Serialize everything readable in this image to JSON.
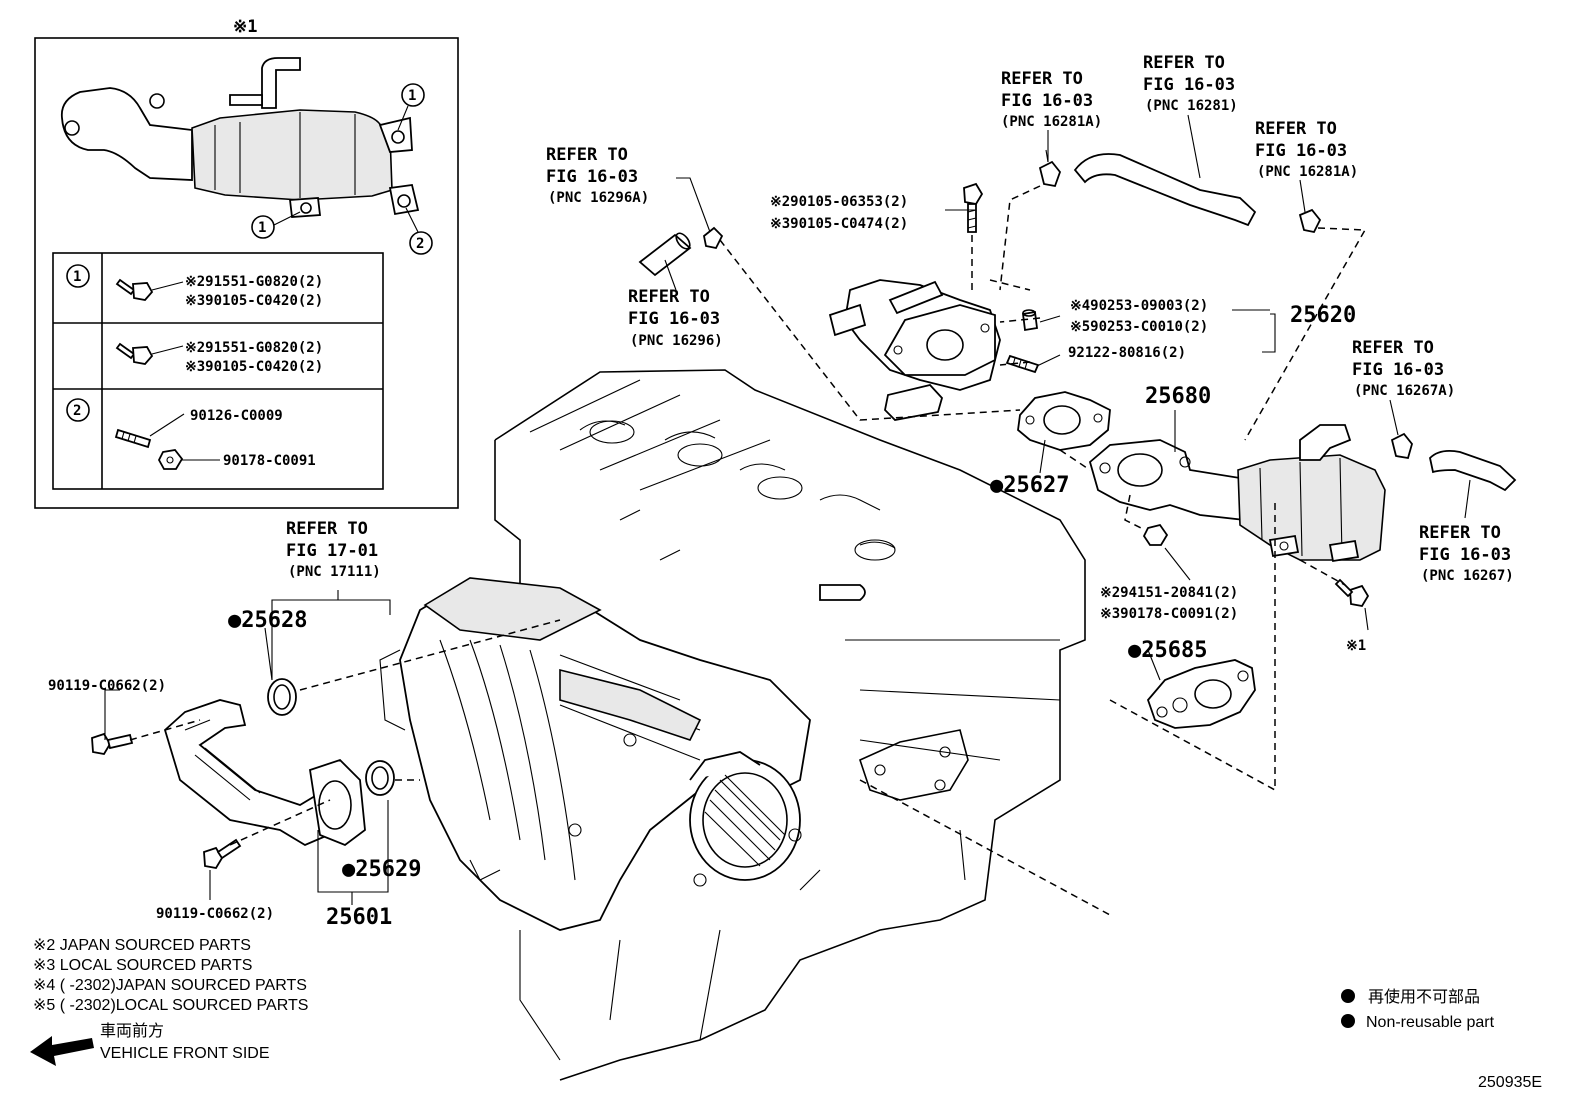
{
  "inset": {
    "marker": "※1",
    "callout_1": "1",
    "callout_2": "2",
    "rows": [
      {
        "num": "1",
        "lines": [
          "※291551-G0820(2)",
          "※390105-C0420(2)"
        ]
      },
      {
        "num": "2",
        "lines": [
          "※291551-G0820(2)",
          "※390105-C0420(2)",
          "90126-C0009",
          "90178-C0091"
        ]
      }
    ]
  },
  "refs": {
    "r16296a": [
      "REFER TO",
      "FIG 16-03",
      "(PNC 16296A)"
    ],
    "r16296": [
      "REFER TO",
      "FIG 16-03",
      "(PNC 16296)"
    ],
    "r16281a_1": [
      "REFER TO",
      "FIG 16-03",
      "(PNC 16281A)"
    ],
    "r16281": [
      "REFER TO",
      "FIG 16-03",
      "(PNC 16281)"
    ],
    "r16281a_2": [
      "REFER TO",
      "FIG 16-03",
      "(PNC 16281A)"
    ],
    "r16267a": [
      "REFER TO",
      "FIG 16-03",
      "(PNC 16267A)"
    ],
    "r16267": [
      "REFER TO",
      "FIG 16-03",
      "(PNC 16267)"
    ],
    "r17111": [
      "REFER TO",
      "FIG 17-01",
      "(PNC 17111)"
    ]
  },
  "parts": {
    "bolt_top": [
      "※290105-06353(2)",
      "※390105-C0474(2)"
    ],
    "valve_group": [
      "※490253-09003(2)",
      "※590253-C0010(2)",
      "92122-80816(2)"
    ],
    "p25620": "25620",
    "p25680": "25680",
    "p25627": "●25627",
    "p25628": "●25628",
    "p25629": "●25629",
    "p25601": "25601",
    "p25685": "●25685",
    "nut_group": [
      "※294151-20841(2)",
      "※390178-C0091(2)"
    ],
    "star1": "※1",
    "bolt_left_top": "90119-C0662(2)",
    "bolt_left_bottom": "90119-C0662(2)"
  },
  "notes": [
    "※2  JAPAN SOURCED PARTS",
    "※3  LOCAL SOURCED PARTS",
    "※4 (       -2302)JAPAN SOURCED PARTS",
    "※5 (       -2302)LOCAL SOURCED PARTS"
  ],
  "direction": {
    "jp": "車両前方",
    "en": "VEHICLE FRONT SIDE"
  },
  "legend": {
    "jp": "再使用不可部品",
    "en": "Non-reusable part"
  },
  "figure_code": "250935E"
}
